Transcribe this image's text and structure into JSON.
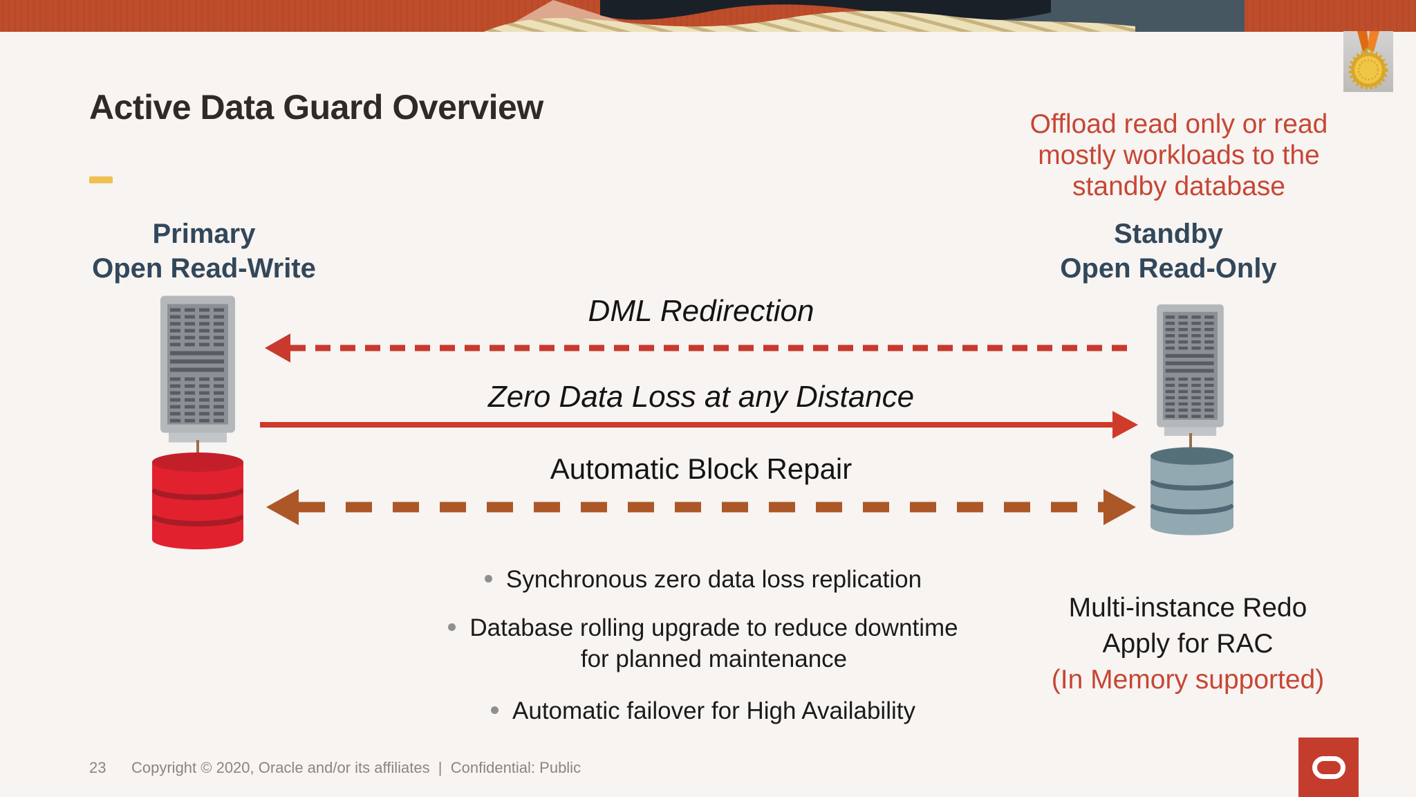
{
  "slide": {
    "title": "Active Data Guard Overview",
    "note": "Offload read only or read\nmostly workloads to the\nstandby database",
    "primary_label": "Primary\nOpen Read-Write",
    "standby_label": "Standby\nOpen Read-Only",
    "flows": [
      {
        "label": "DML Redirection",
        "style": "dashed",
        "direction": "right-to-left",
        "color": "#C8392E"
      },
      {
        "label": "Zero Data Loss at any Distance",
        "style": "solid",
        "direction": "left-to-right",
        "color": "#CF3A2B"
      },
      {
        "label": "Automatic Block Repair",
        "style": "long-dashed",
        "direction": "bidirectional",
        "color": "#AC5727"
      }
    ],
    "bullets": [
      "Synchronous zero data loss replication",
      "Database rolling upgrade to reduce downtime\nfor planned maintenance",
      "Automatic failover for High Availability"
    ],
    "caption": {
      "main": "Multi-instance Redo\nApply for RAC",
      "note": "(In Memory supported)"
    },
    "footer": {
      "page": "23",
      "text": "Copyright © 2020, Oracle and/or its affiliates  |  Confidential: Public"
    },
    "icons": {
      "medal": "gold-medal-icon",
      "primary_server": "server-icon",
      "primary_database": "database-icon-red",
      "standby_server": "server-icon",
      "standby_database": "database-icon-steel",
      "logo": "oracle-logo"
    },
    "colors": {
      "accent_red": "#C74634",
      "slate": "#32475A",
      "arrow_red": "#C8392E",
      "arrow_solid_red": "#CF3A2B",
      "arrow_brown": "#AC5727",
      "highlight_yellow": "#EFC050",
      "banner_orange": "#BE4D2B",
      "background": "#F7F4F2",
      "primary_db_red": "#E1222E",
      "standby_db_steel": "#93A9B1"
    }
  }
}
